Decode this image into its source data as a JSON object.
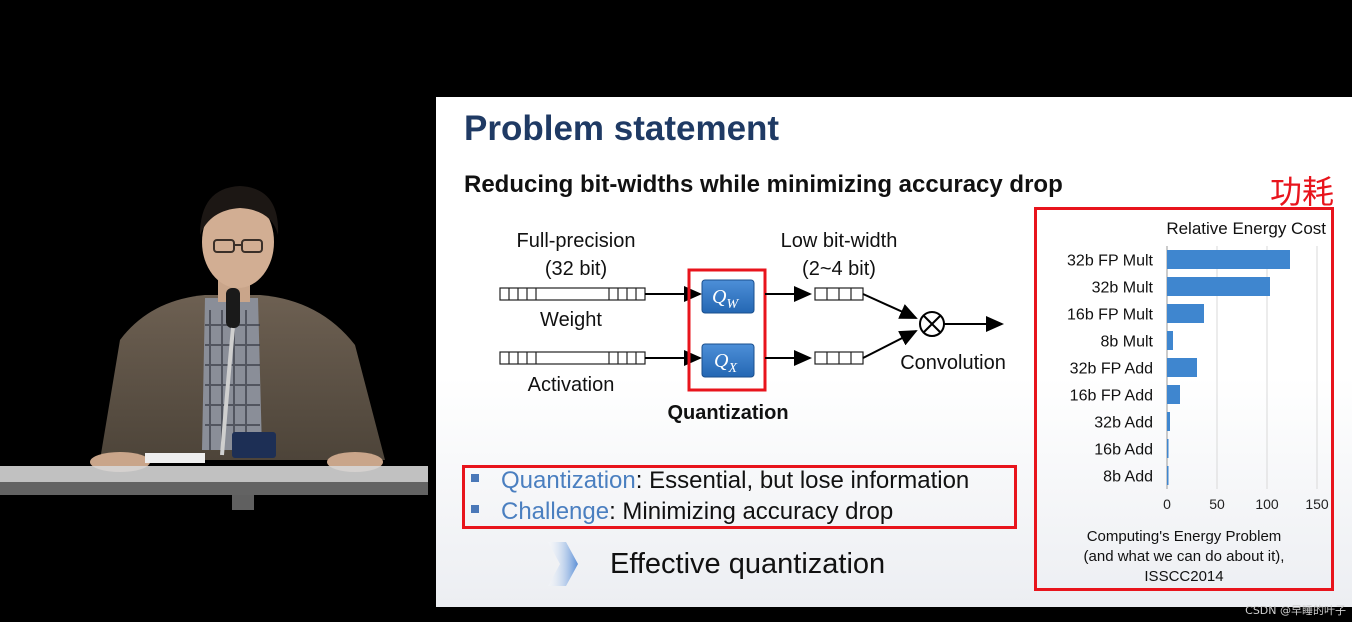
{
  "slide": {
    "title": "Problem statement",
    "subtitle": "Reducing bit-widths while minimizing accuracy drop",
    "annotation_cn": "功耗",
    "diagram": {
      "full_precision_label": "Full-precision",
      "full_precision_bits": "(32 bit)",
      "low_bitwidth_label": "Low bit-width",
      "low_bitwidth_bits": "(2~4 bit)",
      "weight_label": "Weight",
      "activation_label": "Activation",
      "qw_base": "Q",
      "qw_sub": "W",
      "qx_base": "Q",
      "qx_sub": "X",
      "quantization_label": "Quantization",
      "convolution_label": "Convolution"
    },
    "bullets": [
      {
        "key": "Quantization",
        "rest": ": Essential, but lose information"
      },
      {
        "key": "Challenge",
        "rest": ": Minimizing accuracy drop"
      }
    ],
    "effective_text": "Effective quantization",
    "colors": {
      "title": "#1f3a64",
      "accent_blue": "#4a7fc0",
      "annotation_red": "#e8141c",
      "bar_blue": "#3f86cf"
    }
  },
  "chart_data": {
    "type": "bar",
    "orientation": "horizontal",
    "title": "Relative Energy Cost",
    "categories": [
      "32b FP Mult",
      "32b Mult",
      "16b FP Mult",
      "8b Mult",
      "32b FP Add",
      "16b FP Add",
      "32b Add",
      "16b Add",
      "8b Add"
    ],
    "values": [
      123,
      103,
      37,
      6,
      30,
      13,
      3,
      1.4,
      0.9
    ],
    "xlim": [
      0,
      150
    ],
    "xticks": [
      "0",
      "50",
      "100",
      "150"
    ],
    "grid": true,
    "caption": [
      "Computing's Energy Problem",
      "(and what we can do about it),",
      "ISSCC2014"
    ]
  },
  "watermark": "CSDN @早睡的叶子"
}
